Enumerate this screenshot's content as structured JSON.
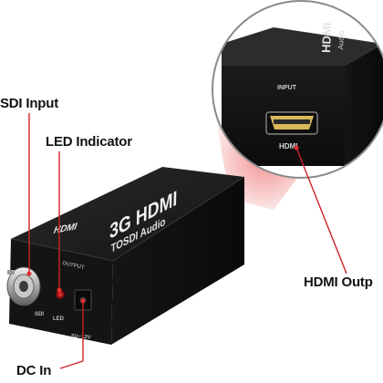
{
  "labels": {
    "sdi_input": "SDI Input",
    "led_indicator": "LED Indicator",
    "hdmi_output": "HDMI Outp",
    "dc_in": "DC In"
  },
  "device": {
    "brand_logo": "HDMI",
    "model_line1": "3G HDMI",
    "model_line2": "TOSDI Audio",
    "output_label": "OUTPUT",
    "port_label_sdi": "SDI",
    "port_label_led": "LED",
    "port_label_power": "5V~12V"
  },
  "inset": {
    "input_label": "INPUT",
    "port_label": "HDMI",
    "side_logo": "HDMI",
    "side_text": "Audio"
  },
  "colors": {
    "callout_line": "#d0202a",
    "callout_dot": "#e23030",
    "device_body": "#1a1a1a",
    "inset_border": "#8a8a8a"
  }
}
